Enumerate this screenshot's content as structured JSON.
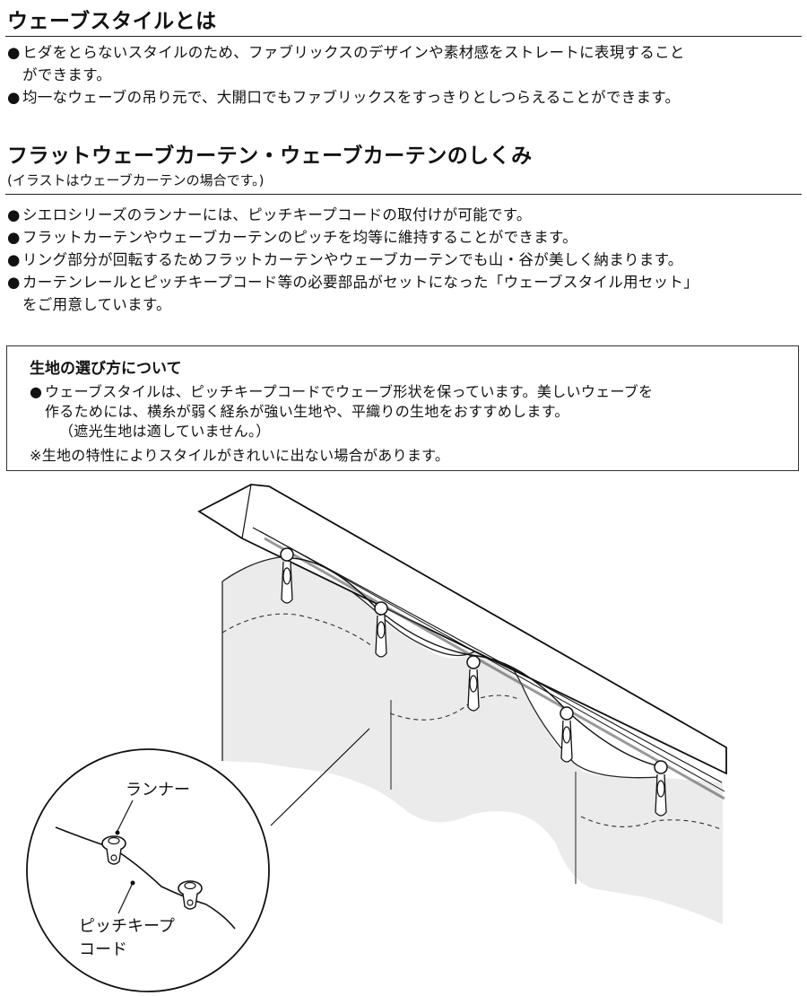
{
  "section1": {
    "heading": "ウェーブスタイルとは",
    "bullets": [
      {
        "marker": "●",
        "lines": [
          "ヒダをとらないスタイルのため、ファブリックスのデザインや素材感をストレートに表現すること",
          "ができます。"
        ]
      },
      {
        "marker": "●",
        "lines": [
          "均一なウェーブの吊り元で、大開口でもファブリックスをすっきりとしつらえることができます。"
        ]
      }
    ]
  },
  "section2": {
    "heading": "フラットウェーブカーテン・ウェーブカーテンのしくみ",
    "caption": "(イラストはウェーブカーテンの場合です。)",
    "bullets": [
      {
        "marker": "●",
        "lines": [
          "シエロシリーズのランナーには、ピッチキープコードの取付けが可能です。"
        ]
      },
      {
        "marker": "●",
        "lines": [
          "フラットカーテンやウェーブカーテンのピッチを均等に維持することができます。"
        ]
      },
      {
        "marker": "●",
        "lines": [
          "リング部分が回転するためフラットカーテンやウェーブカーテンでも山・谷が美しく納まります。"
        ]
      },
      {
        "marker": "●",
        "lines": [
          "カーテンレールとピッチキープコード等の必要部品がセットになった「ウェーブスタイル用セット」",
          "をご用意しています。"
        ]
      }
    ]
  },
  "notice": {
    "title": "生地の選び方について",
    "bullet": {
      "marker": "●",
      "lines": [
        "ウェーブスタイルは、ピッチキープコードでウェーブ形状を保っています。美しいウェーブを",
        "作るためには、横糸が弱く経糸が強い生地や、平織りの生地をおすすめします。",
        "（遮光生地は適していません。）"
      ]
    },
    "note": "※生地の特性によりスタイルがきれいに出ない場合があります。"
  },
  "illustration": {
    "label_runner": "ランナー",
    "label_cord_line1": "ピッチキープ",
    "label_cord_line2": "コード"
  }
}
